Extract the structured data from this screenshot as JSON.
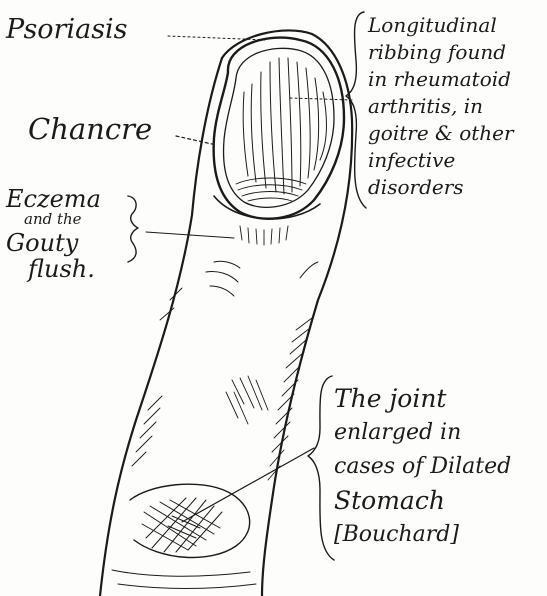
{
  "labels": {
    "psoriasis": "Psoriasis",
    "chancre": "Chancre",
    "eczema": {
      "line1": "Eczema",
      "line2": "and the",
      "line3": "Gouty",
      "line4": "flush."
    },
    "ribbing": {
      "line1": "Longitudinal",
      "line2": "ribbing found",
      "line3": "in rheumatoid",
      "line4": "arthritis, in",
      "line5": "goitre & other",
      "line6": "infective",
      "line7": "disorders"
    },
    "joint": {
      "line1": "The joint",
      "line2": "enlarged in",
      "line3": "cases of Dilated",
      "line4": "Stomach",
      "line5": "[Bouchard]"
    }
  },
  "colors": {
    "ink": "#1b1b1b",
    "paper": "#fdfdfb"
  }
}
